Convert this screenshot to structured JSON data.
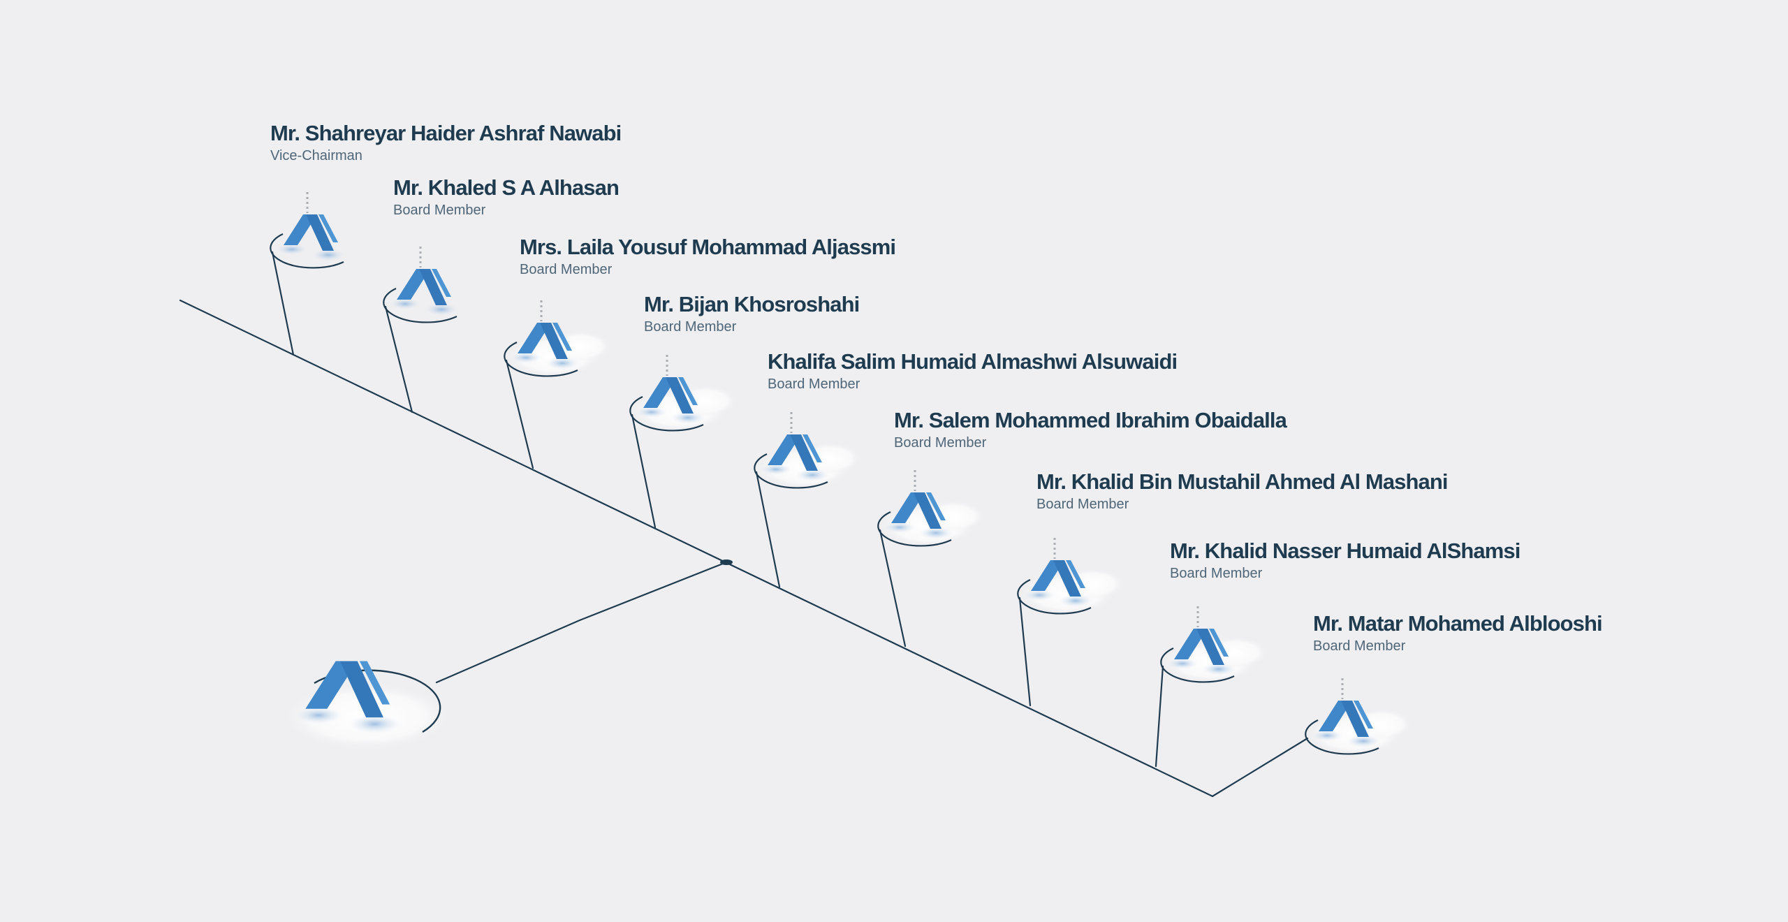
{
  "colors": {
    "background": "#efeff1",
    "line": "#1e3b50",
    "name_text": "#1e3b50",
    "role_text": "#4f6678",
    "logo_blue": "#3f87c9",
    "connector_dots": "#a8aeb4"
  },
  "icons": {
    "member_node": "company-logo-icon",
    "root_node": "company-logo-icon"
  },
  "board": {
    "members": [
      {
        "name": "Mr. Shahreyar Haider Ashraf Nawabi",
        "role": "Vice-Chairman"
      },
      {
        "name": "Mr. Khaled S A Alhasan",
        "role": "Board Member"
      },
      {
        "name": "Mrs. Laila Yousuf Mohammad Aljassmi",
        "role": "Board Member"
      },
      {
        "name": "Mr. Bijan Khosroshahi",
        "role": "Board Member"
      },
      {
        "name": "Khalifa Salim Humaid Almashwi Alsuwaidi",
        "role": "Board Member"
      },
      {
        "name": "Mr. Salem Mohammed Ibrahim Obaidalla",
        "role": "Board Member"
      },
      {
        "name": "Mr. Khalid Bin Mustahil Ahmed Al Mashani",
        "role": "Board Member"
      },
      {
        "name": "Mr. Khalid Nasser Humaid AlShamsi",
        "role": "Board Member"
      },
      {
        "name": "Mr. Matar Mohamed Alblooshi",
        "role": "Board Member"
      }
    ]
  }
}
